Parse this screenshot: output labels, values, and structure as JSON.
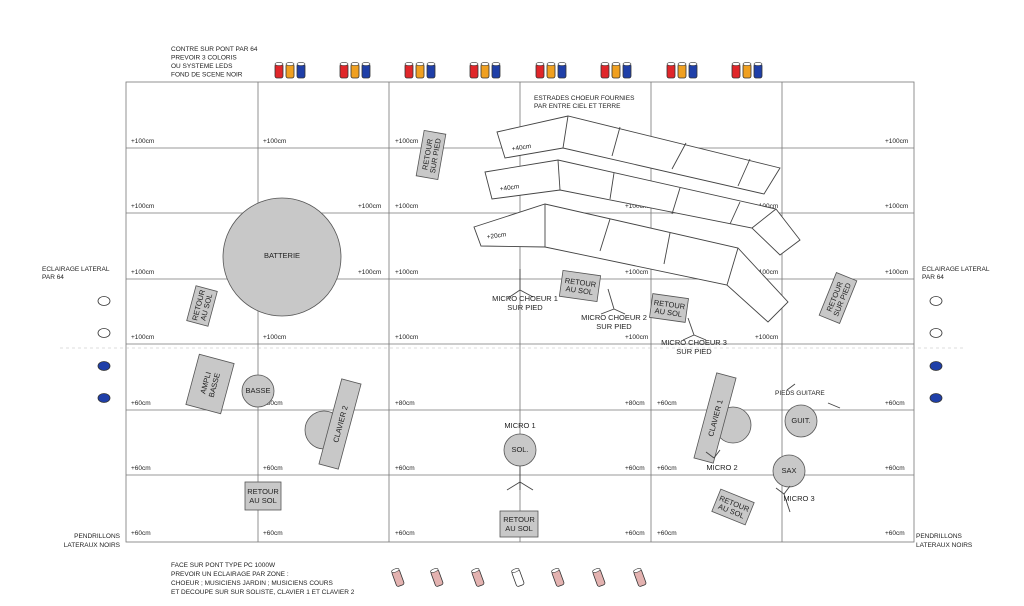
{
  "top_notes": [
    "CONTRE SUR PONT PAR 64",
    "PREVOIR 3 COLORIS",
    "OU SYSTEME LEDS",
    "FOND DE SCENE NOIR"
  ],
  "bottom_notes": [
    "FACE SUR PONT TYPE PC 1000W",
    "PREVOIR UN ECLAIRAGE PAR ZONE :",
    "CHOEUR ; MUSICIENS JARDIN ; MUSICIENS COURS",
    "ET DECOUPE SUR SUR SOLISTE, CLAVIER 1 ET CLAVIER 2"
  ],
  "side_lights_left": [
    "ECLAIRAGE LATERAL",
    "PAR 64"
  ],
  "side_lights_right": [
    "ECLAIRAGE LATERAL",
    "PAR 64"
  ],
  "curtains_left": [
    "PENDRILLONS",
    "LATERAUX NOIRS"
  ],
  "curtains_right": [
    "PENDRILLONS",
    "LATERAUX NOIRS"
  ],
  "risers_title": [
    "ESTRADES CHOEUR FOURNIES",
    "PAR ENTRE CIEL ET TERRE"
  ],
  "riser_heights": [
    "+40cm",
    "+40cm",
    "+20cm"
  ],
  "height_labels": {
    "plus100": "+100cm",
    "plus80": "+80cm",
    "plus60": "+60cm"
  },
  "instruments": {
    "drums": "BATTERIE",
    "bass": "BASSE",
    "bass_amp": [
      "AMPLI",
      "BASSE"
    ],
    "keyboard2": "CLAVIER 2",
    "keyboard1": "CLAVIER 1",
    "guitar": "GUIT.",
    "sax": "SAX",
    "soloist": "SOL."
  },
  "monitors": {
    "stand": [
      "RETOUR",
      "SUR PIED"
    ],
    "floor": [
      "RETOUR",
      "AU SOL"
    ]
  },
  "mics": {
    "choir1": [
      "MICRO CHOEUR 1",
      "SUR PIED"
    ],
    "choir2": [
      "MICRO CHOEUR 2",
      "SUR PIED"
    ],
    "choir3": [
      "MICRO CHOEUR 3",
      "SUR PIED"
    ],
    "mic1": "MICRO 1",
    "mic2": "MICRO 2",
    "mic3": "MICRO 3",
    "guitar_stands": "PIEDS GUITARE"
  },
  "colors": {
    "red": "#e0262a",
    "amber": "#f0a020",
    "blue": "#1f3fa8",
    "white": "#ffffff",
    "pink": "#e3b2b0",
    "grey_fill": "#c8c8c8",
    "grid": "#777777"
  }
}
